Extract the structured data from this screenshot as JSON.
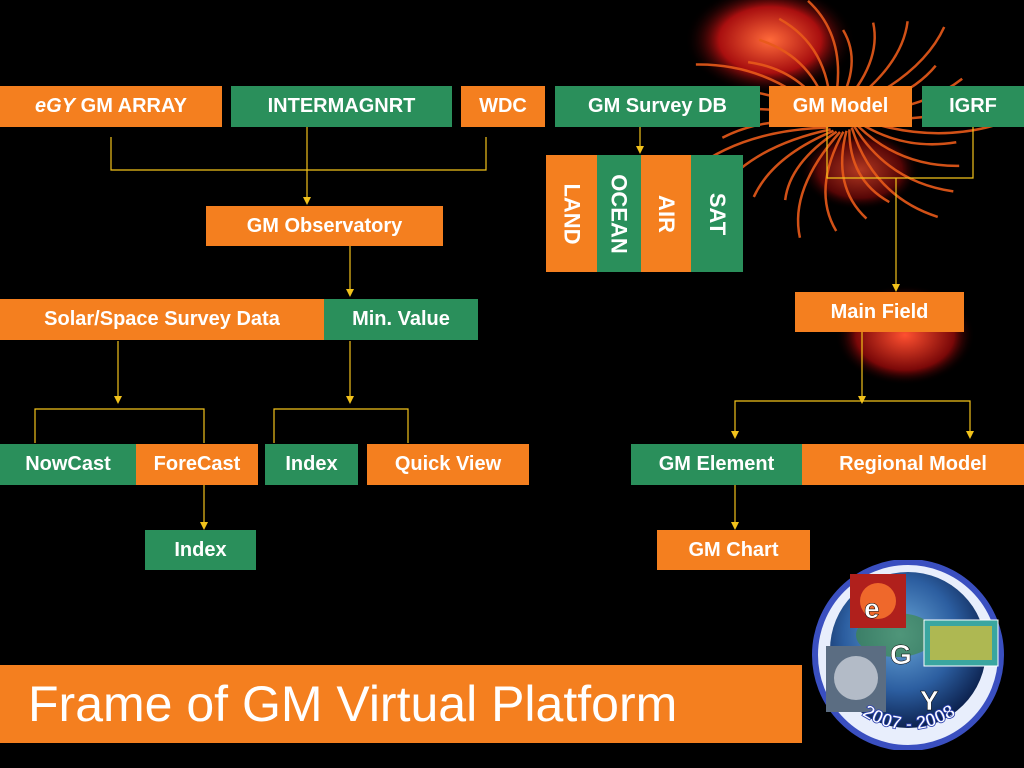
{
  "top_row": {
    "egy_italic": "eGY",
    "egy_rest": " GM ARRAY",
    "intermagnrt": "INTERMAGNRT",
    "wdc": "WDC",
    "gm_survey_db": "GM Survey DB",
    "gm_model": "GM Model",
    "igrf": "IGRF"
  },
  "survey_types": [
    "LAND",
    "OCEAN",
    "AIR",
    "SAT"
  ],
  "gm_observatory": "GM Observatory",
  "solar_space_survey_data": "Solar/Space Survey Data",
  "min_value": "Min. Value",
  "main_field": "Main Field",
  "nowcast": "NowCast",
  "forecast": "ForeCast",
  "index_mid": "Index",
  "quick_view": "Quick View",
  "gm_element": "GM Element",
  "regional_model": "Regional Model",
  "index_bottom": "Index",
  "gm_chart": "GM Chart",
  "title": "Frame of GM Virtual Platform",
  "logo": {
    "letters": [
      "e",
      "G",
      "Y"
    ],
    "years": "2007 - 2008"
  },
  "colors": {
    "orange": "#f47f1f",
    "green": "#2a8f5b",
    "connector": "#f2c21b",
    "background": "#000000"
  }
}
